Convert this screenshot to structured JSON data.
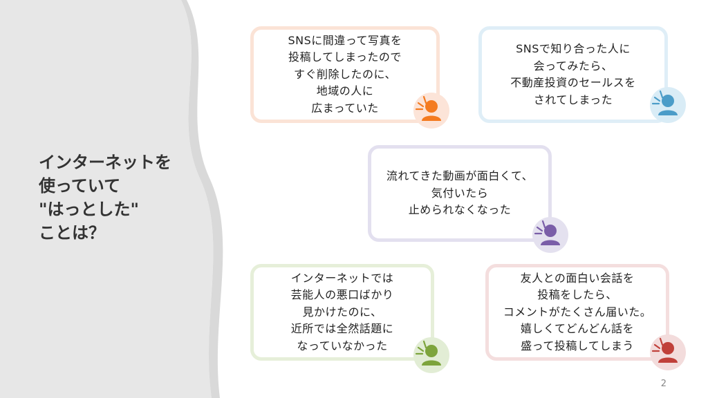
{
  "slide": {
    "title": "インターネットを\n使っていて\n\"はっとした\"\nことは？",
    "page_number": "2"
  },
  "cards": [
    {
      "text": "SNSに間違って写真を\n投稿してしまったので\nすぐ削除したのに、\n地域の人に\n広まっていた",
      "border": "#fbe3d6",
      "avatar_bg": "#fce4d8",
      "icon_color": "#f47b20",
      "spark_color": "#f47b20",
      "icon": "person-icon"
    },
    {
      "text": "SNSで知り合った人に\n会ってみたら、\n不動産投資のセールスを\nされてしまった",
      "border": "#dfeef7",
      "avatar_bg": "#d9ecf6",
      "icon_color": "#4b9cc8",
      "spark_color": "#4b9cc8",
      "icon": "person-icon"
    },
    {
      "text": "流れてきた動画が面白くて、\n気付いたら\n止められなくなった",
      "border": "#e3e0ef",
      "avatar_bg": "#e4e1ef",
      "icon_color": "#7a5ea8",
      "spark_color": "#7a5ea8",
      "icon": "person-icon"
    },
    {
      "text": "インターネットでは\n芸能人の悪口ばかり\n見かけたのに、\n近所では全然話題に\nなっていなかった",
      "border": "#e6efd9",
      "avatar_bg": "#e2edd5",
      "icon_color": "#7da43c",
      "spark_color": "#7da43c",
      "icon": "person-icon"
    },
    {
      "text": "友人との面白い会話を\n投稿をしたら、\nコメントがたくさん届いた。\n嬉しくてどんどん話を\n盛って投稿してしまう",
      "border": "#f4dede",
      "avatar_bg": "#f3dcdc",
      "icon_color": "#c0403a",
      "spark_color": "#c0403a",
      "icon": "person-icon"
    }
  ]
}
